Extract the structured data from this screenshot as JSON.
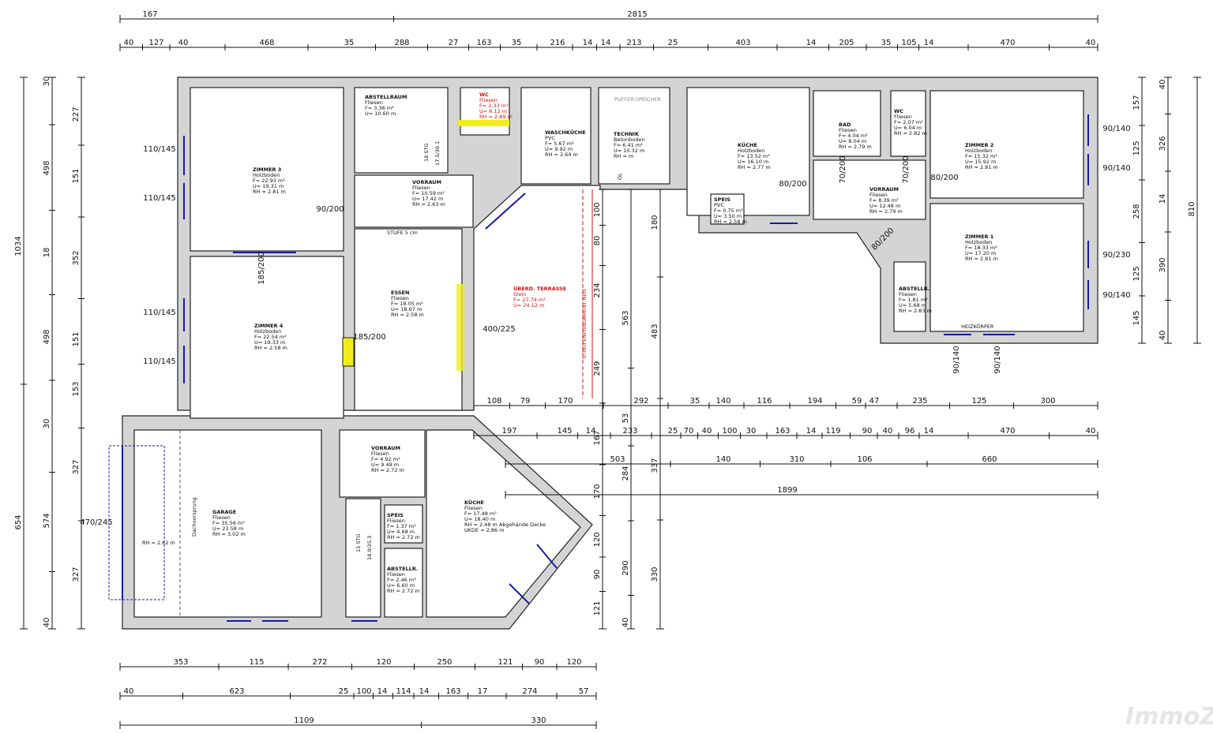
{
  "plan": {
    "rooms": [
      {
        "name": "ZIMMER 3",
        "floor": "Holzboden",
        "area": "F= 22.93 m²",
        "perimeter": "U= 19.31 m",
        "height": "RH = 2.81 m"
      },
      {
        "name": "ABSTELLRAUM",
        "floor": "Fliesen",
        "area": "F= 3.36 m²",
        "perimeter": "U= 10.60 m",
        "height": ""
      },
      {
        "name": "WC",
        "floor": "Fliesen",
        "area": "F= 2.33 m²",
        "perimeter": "U= 6.12 m",
        "height": "RH = 2.89 m",
        "color": "#d01010"
      },
      {
        "name": "WASCHKÜCHE",
        "floor": "PVC",
        "area": "F= 5.67 m²",
        "perimeter": "U= 9.92 m",
        "height": "RH = 2.64 m"
      },
      {
        "name": "TECHNIK",
        "floor": "Betonboden",
        "area": "F= 6.41 m²",
        "perimeter": "U= 10.32 m",
        "height": "RH =     m"
      },
      {
        "name": "KÜCHE",
        "floor": "Holzboden",
        "area": "F= 13.52 m²",
        "perimeter": "U= 16.10 m",
        "height": "RH = 2.77 m"
      },
      {
        "name": "BAD",
        "floor": "Fliesen",
        "area": "F= 4.04 m²",
        "perimeter": "U= 8.04 m",
        "height": "RH = 2.79 m"
      },
      {
        "name": "WC",
        "floor": "Fliesen",
        "area": "F= 2.07 m²",
        "perimeter": "U= 6.04 m",
        "height": "RH = 2.82 m"
      },
      {
        "name": "ZIMMER 2",
        "floor": "Holzboden",
        "area": "F= 15.32 m²",
        "perimeter": "U= 15.92 m",
        "height": "RH = 2.81 m"
      },
      {
        "name": "VORRAUM",
        "floor": "Fliesen",
        "area": "F= 10.59 m²",
        "perimeter": "U= 17.42 m",
        "height": "RH = 2.63 m"
      },
      {
        "name": "SPEIS",
        "floor": "PVC",
        "area": "F= 0.75 m²",
        "perimeter": "U= 3.50 m",
        "height": "RH = 2.58 m"
      },
      {
        "name": "VORRAUM",
        "floor": "Fliesen",
        "area": "F= 8.39 m²",
        "perimeter": "U= 12.48 m",
        "height": "RH = 2.79 m"
      },
      {
        "name": "ZIMMER 1",
        "floor": "Holzboden",
        "area": "F= 18.33 m²",
        "perimeter": "U= 17.20 m",
        "height": "RH = 2.81 m"
      },
      {
        "name": "ABSTELLR.",
        "floor": "Fliesen",
        "area": "F= 1.81 m²",
        "perimeter": "U= 5.68 m",
        "height": "RH = 2.83 m"
      },
      {
        "name": "ZIMMER 4",
        "floor": "Holzboden",
        "area": "F= 22.54 m²",
        "perimeter": "U= 19.33 m",
        "height": "RH = 2.58 m"
      },
      {
        "name": "ESSEN",
        "floor": "Fliesen",
        "area": "F= 18.05 m²",
        "perimeter": "U= 18.67 m",
        "height": "RH = 2.58 m"
      },
      {
        "name": "ÜBERD. TERRASSE",
        "floor": "Stein",
        "area": "F= 27.74 m²",
        "perimeter": "U= 24.12 m",
        "height": "",
        "color": "#d01010"
      },
      {
        "name": "GARAGE",
        "floor": "Fliesen",
        "area": "F= 35.56 m²",
        "perimeter": "U= 23.58 m",
        "height": "RH = 3.02 m"
      },
      {
        "name": "VORRAUM",
        "floor": "Fliesen",
        "area": "F= 4.92 m²",
        "perimeter": "U= 9.49 m",
        "height": "RH = 2.72 m"
      },
      {
        "name": "SPEIS",
        "floor": "Fliesen",
        "area": "F= 1.37 m²",
        "perimeter": "U= 4.68 m",
        "height": "RH = 2.72 m"
      },
      {
        "name": "ABSTELLR.",
        "floor": "Fliesen",
        "area": "F= 2.46 m²",
        "perimeter": "U= 6.60 m",
        "height": "RH = 2.72 m"
      },
      {
        "name": "KÜCHE",
        "floor": "Fliesen",
        "area": "F= 17.48 m²",
        "perimeter": "U= 18.40 m",
        "height": "RH = 2.48 m Abgehände Decke",
        "extra": "UKDE = 2,86 m"
      }
    ],
    "notes": {
      "stufe": "STUFE 5 cm",
      "streifenfundament": "STREIFENFUNDAMENT NEU",
      "stairs_upper": "18 STG",
      "stairs_upper_ratio": "17.5/30.1",
      "stairs_lower": "15 STG",
      "stairs_lower_ratio": "18.0/25.3",
      "garage_rh": "RH = 2.62 m",
      "dachvorsprung": "Dachvorsprung",
      "puffer": "PUFFER-SPEICHER",
      "heizkoerper": "HEIZKÖRPER",
      "oel": "ÖL"
    },
    "dims": {
      "top1": [
        "167",
        "2815"
      ],
      "top2": [
        "40",
        "127",
        "40",
        "468",
        "35",
        "288",
        "27",
        "163",
        "35",
        "216",
        "14",
        "14",
        "213",
        "25",
        "403",
        "14",
        "205",
        "35",
        "105",
        "14",
        "470",
        "40"
      ],
      "mid1": [
        "108",
        "79",
        "170",
        "292",
        "35",
        "140",
        "116",
        "194",
        "59",
        "47",
        "235",
        "125",
        "300"
      ],
      "mid2": [
        "197",
        "145",
        "14",
        "233",
        "25",
        "70",
        "40",
        "100",
        "30",
        "163",
        "14",
        "119",
        "90",
        "40",
        "96",
        "14",
        "470",
        "40"
      ],
      "mid3": [
        "503",
        "140",
        "310",
        "106",
        "660"
      ],
      "mid4": [
        "1899"
      ],
      "bottom1": [
        "353",
        "115",
        "272",
        "120",
        "250",
        "121",
        "90",
        "120"
      ],
      "bottom2": [
        "40",
        "623",
        "25",
        "100",
        "14",
        "114",
        "14",
        "163",
        "17",
        "274",
        "57"
      ],
      "bottom3": [
        "1109",
        "330"
      ],
      "left1": [
        "1034",
        "654"
      ],
      "left2": [
        "30",
        "498",
        "18",
        "498",
        "30",
        "574",
        "40"
      ],
      "left3": [
        "227",
        "151",
        "352",
        "151",
        "153",
        "327",
        "327"
      ],
      "right1": [
        "157",
        "125",
        "258",
        "125",
        "145"
      ],
      "right2": [
        "40",
        "326",
        "14",
        "390",
        "40"
      ],
      "right3": [
        "810"
      ],
      "vert1": [
        "100",
        "80",
        "234",
        "249",
        "167",
        "170",
        "120",
        "90",
        "121"
      ],
      "vert2": [
        "563",
        "53",
        "284",
        "290",
        "40"
      ],
      "vert3": [
        "180",
        "483",
        "337",
        "330"
      ],
      "openings": [
        "110/145",
        "110/145",
        "110/145",
        "110/145",
        "90/200",
        "185/200",
        "185/200",
        "400/225",
        "470/245",
        "90/140",
        "90/140",
        "90/230",
        "90/140",
        "80/200",
        "80/200",
        "70/200",
        "70/200",
        "80/200",
        "90/140",
        "90/140"
      ]
    }
  },
  "watermark": "ImmoZ",
  "colors": {
    "wall": "#d4d4d4",
    "window": "#1a1aa0",
    "accent_red": "#d01010",
    "highlight": "#f2ec1c"
  }
}
